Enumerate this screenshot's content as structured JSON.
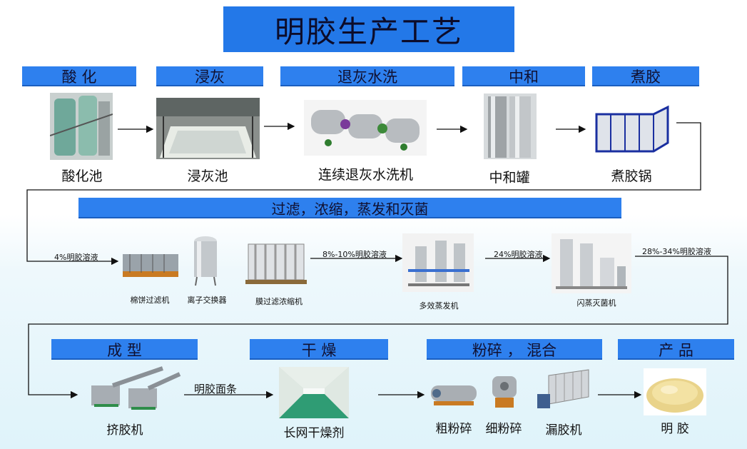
{
  "title": "明胶生产工艺",
  "stage1": {
    "headers": [
      "酸 化",
      "浸灰",
      "退灰水洗",
      "中和",
      "煮胶"
    ],
    "captions": [
      "酸化池",
      "浸灰池",
      "连续退灰水洗机",
      "中和罐",
      "煮胶锅"
    ]
  },
  "stage2": {
    "header": "过滤，浓缩，蒸发和灭菌",
    "captions": [
      "棉饼过滤机",
      "离子交换器",
      "膜过滤浓缩机",
      "多效蒸发机",
      "闪蒸灭菌机"
    ],
    "flow_labels": [
      "4%明胶溶液",
      "8%-10%明胶溶液",
      "24%明胶溶液",
      "28%-34%明胶溶液"
    ]
  },
  "stage3": {
    "headers": [
      "成 型",
      "干 燥",
      "粉碎 ，  混合",
      "产 品"
    ],
    "captions": [
      "挤胶机",
      "长网干燥剂",
      "粗粉碎",
      "细粉碎",
      "漏胶机",
      "明 胶"
    ],
    "flow_label": "明胶面条"
  },
  "colors": {
    "header_blue": "#2e80ee",
    "title_blue": "#2378e8",
    "line": "#111111"
  }
}
